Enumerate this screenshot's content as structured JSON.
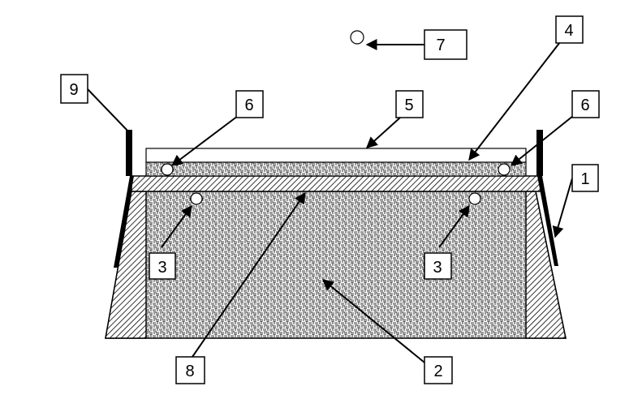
{
  "diagram": {
    "labels": {
      "l1": "1",
      "l2": "2",
      "l3a": "3",
      "l3b": "3",
      "l4": "4",
      "l5": "5",
      "l6a": "6",
      "l6b": "6",
      "l7": "7",
      "l8": "8",
      "l9": "9"
    },
    "colors": {
      "line": "#000000",
      "fill": "#ffffff",
      "pattern": "#000000"
    }
  }
}
